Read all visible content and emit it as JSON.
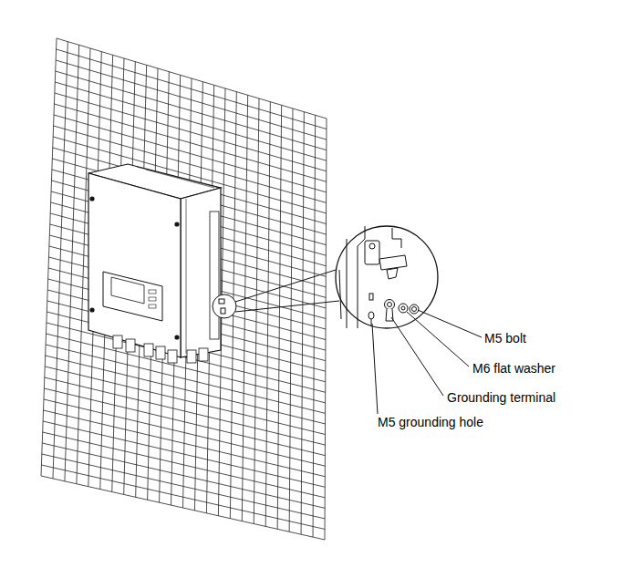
{
  "diagram": {
    "labels": [
      "M5 bolt",
      "M6 flat washer",
      "Grounding terminal",
      "M5 grounding hole"
    ]
  }
}
